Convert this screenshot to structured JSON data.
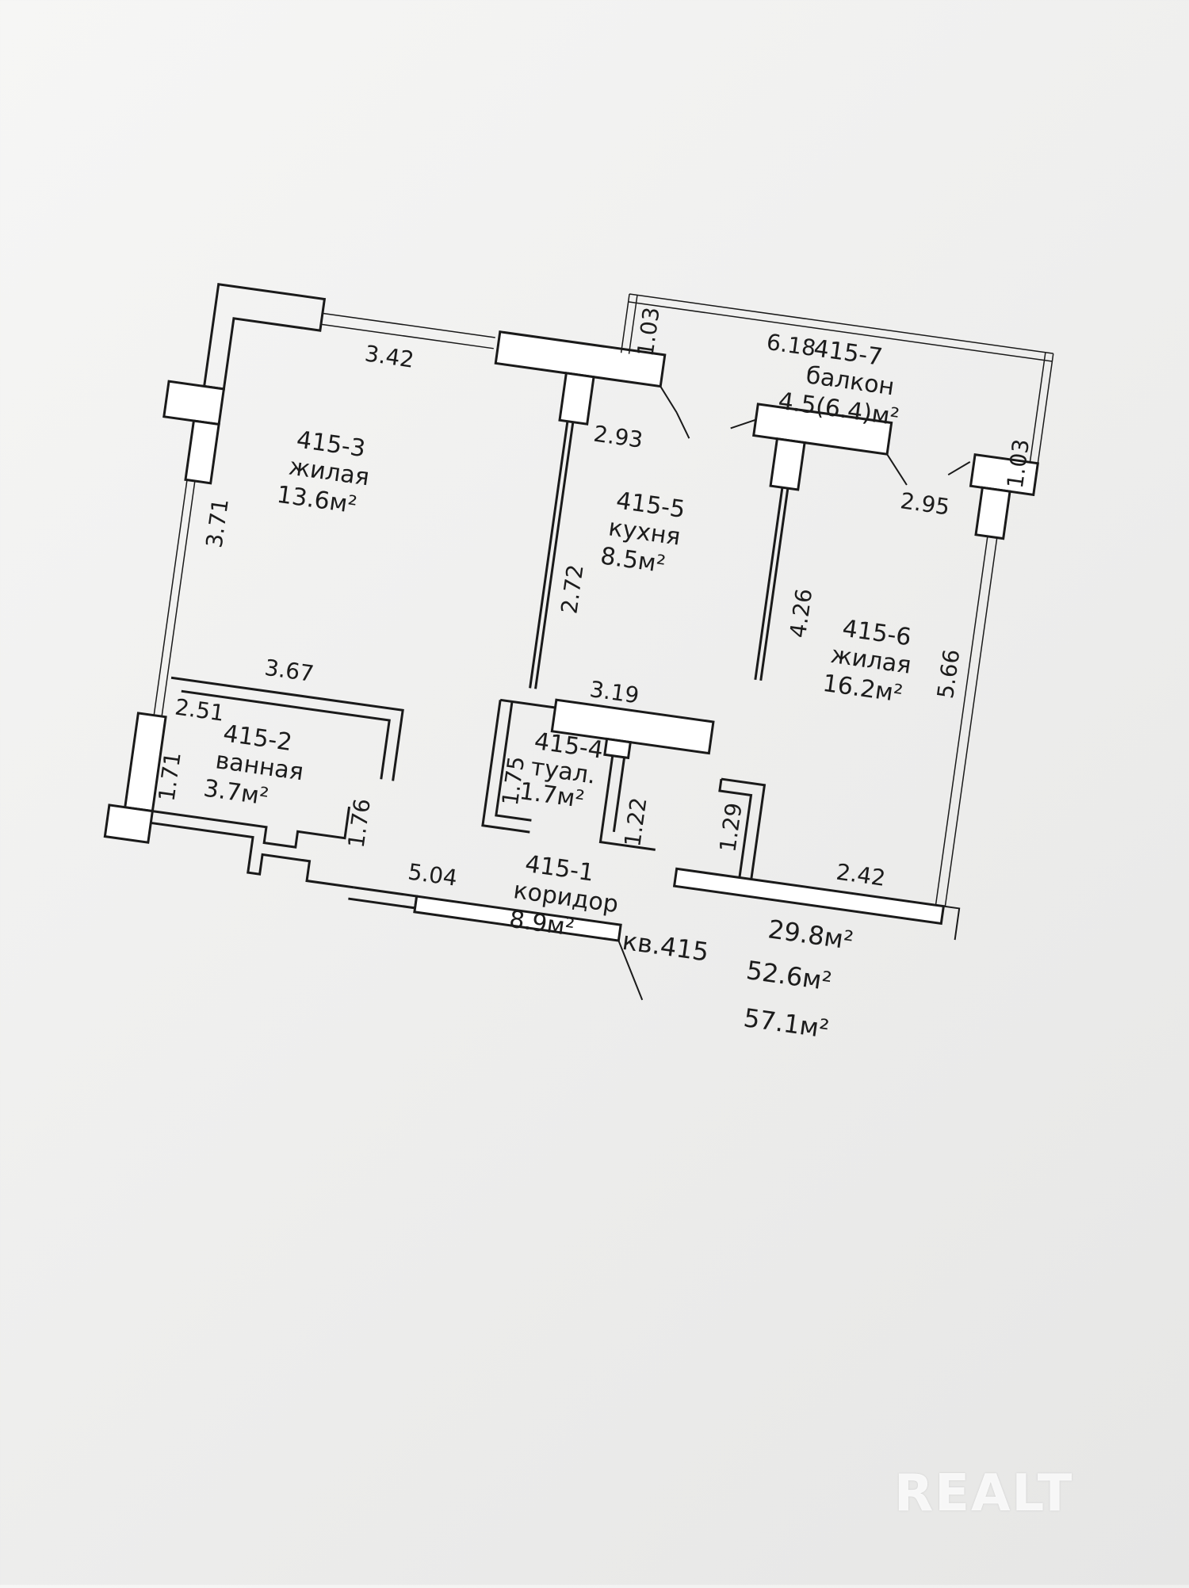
{
  "rooms": {
    "living_left": {
      "id": "415-3",
      "type": "жилая",
      "area": "13.6м²"
    },
    "kitchen": {
      "id": "415-5",
      "type": "кухня",
      "area": "8.5м²"
    },
    "balcony": {
      "id": "415-7",
      "type": "балкон",
      "area": "4.5(6.4)м²"
    },
    "living_right": {
      "id": "415-6",
      "type": "жилая",
      "area": "16.2м²"
    },
    "bath": {
      "id": "415-2",
      "type": "ванная",
      "area": "3.7м²"
    },
    "toilet": {
      "id": "415-4",
      "type": "туал.",
      "area": "1.7м²"
    },
    "corridor": {
      "id": "415-1",
      "type": "коридор",
      "area": "8.9м²"
    }
  },
  "dimensions": {
    "d342": "3.42",
    "d371": "3.71",
    "d367": "3.67",
    "d251": "2.51",
    "d171": "1.71",
    "d176": "1.76",
    "d504": "5.04",
    "d293": "2.93",
    "d272": "2.72",
    "d319": "3.19",
    "d175": "1.75",
    "d122": "1.22",
    "d103a": "1.03",
    "d618": "6.18",
    "d103b": "1.03",
    "d295": "2.95",
    "d426": "4.26",
    "d566": "5.66",
    "d129": "1.29",
    "d242": "2.42"
  },
  "summary": {
    "living_total": "29.8м²",
    "apartment": "кв.415",
    "total_area": "52.6м²",
    "total_with_balcony": "57.1м²"
  },
  "watermark": "REALT"
}
